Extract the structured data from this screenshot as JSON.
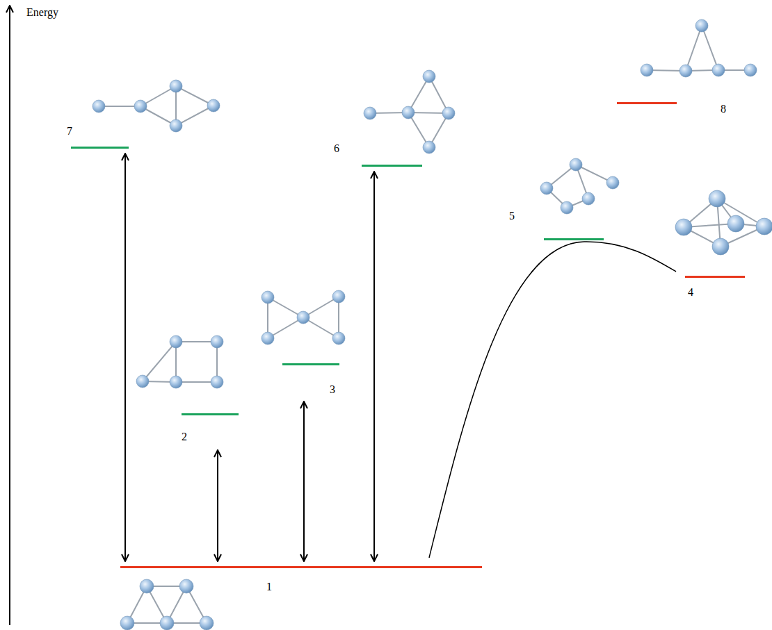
{
  "diagram": {
    "nodes": [
      {
        "text": [
          "1"
        ]
      },
      {
        "text": [
          "2"
        ]
      },
      {
        "text": [
          "3"
        ]
      },
      {
        "text": [
          "4"
        ]
      },
      {
        "text": [
          "5"
        ]
      },
      {
        "text": [
          "6"
        ]
      },
      {
        "text": [
          "7"
        ]
      },
      {
        "text": [
          "8"
        ]
      }
    ],
    "edges": [
      {
        "from": 0,
        "to": 6,
        "arrow": "both"
      },
      {
        "from": 0,
        "to": 1,
        "arrow": "both"
      },
      {
        "from": 0,
        "to": 2,
        "arrow": "both"
      },
      {
        "from": 0,
        "to": 5,
        "arrow": "both"
      }
    ],
    "labels": [
      "Energy"
    ]
  }
}
